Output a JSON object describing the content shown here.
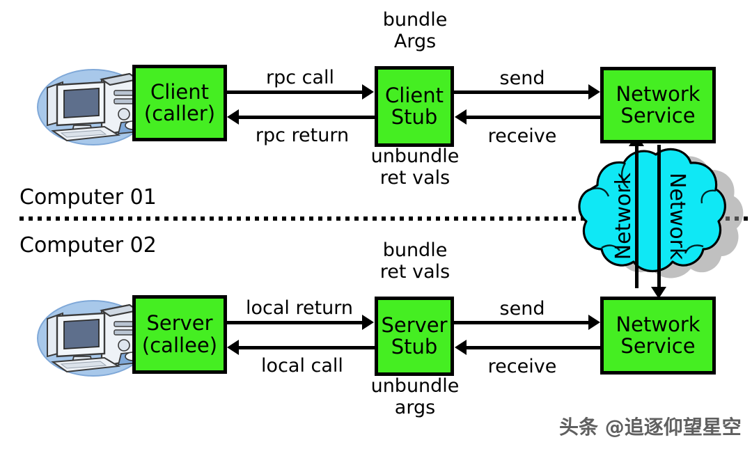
{
  "diagram": {
    "title": "RPC call flow between two computers",
    "colors": {
      "box_fill": "#45ee22",
      "box_stroke": "#000000",
      "cloud_fill": "#0fe8f5",
      "cloud_stroke": "#000000",
      "cloud_shadow": "#9a9a9a",
      "pc_disc": "#a8c8ea",
      "text": "#000000",
      "watermark": "#4a4a4a"
    }
  },
  "zones": {
    "top_label": "Computer 01",
    "bottom_label": "Computer 02"
  },
  "boxes": {
    "client": {
      "line1": "Client",
      "line2": "(caller)"
    },
    "client_stub": {
      "line1": "Client",
      "line2": "Stub"
    },
    "network_service_top": {
      "line1": "Network",
      "line2": "Service"
    },
    "server": {
      "line1": "Server",
      "line2": "(callee)"
    },
    "server_stub": {
      "line1": "Server",
      "line2": "Stub"
    },
    "network_service_bottom": {
      "line1": "Network",
      "line2": "Service"
    }
  },
  "annotations": {
    "client_stub_top": {
      "line1": "bundle",
      "line2": "Args"
    },
    "client_stub_bottom": {
      "line1": "unbundle",
      "line2": "ret vals"
    },
    "server_stub_top": {
      "line1": "bundle",
      "line2": "ret vals"
    },
    "server_stub_bottom": {
      "line1": "unbundle",
      "line2": "args"
    }
  },
  "arrows": {
    "rpc_call": "rpc call",
    "rpc_return": "rpc return",
    "send_top": "send",
    "receive_top": "receive",
    "local_return": "local return",
    "local_call": "local call",
    "send_bottom": "send",
    "receive_bottom": "receive"
  },
  "cloud": {
    "label_up": "Network",
    "label_down": "Network"
  },
  "watermark": {
    "text": "头条 @追逐仰望星空"
  }
}
